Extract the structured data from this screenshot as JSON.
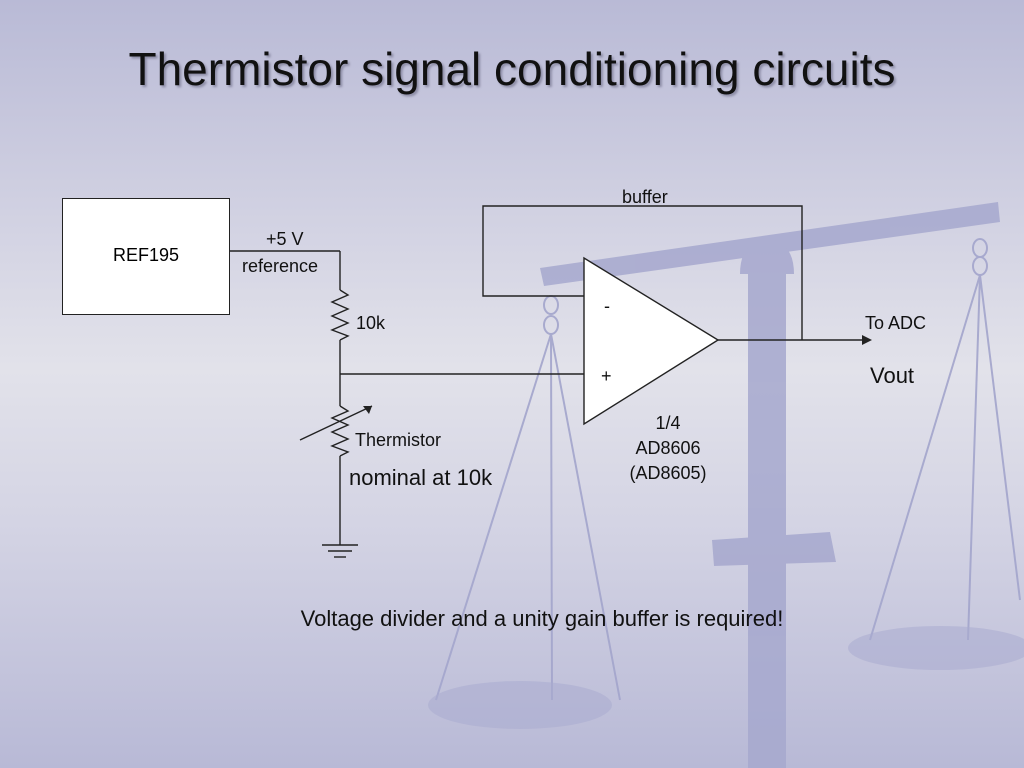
{
  "slide": {
    "title": "Thermistor signal conditioning circuits",
    "caption": "Voltage divider and a unity gain buffer is required!"
  },
  "circuit": {
    "reference_chip": "REF195",
    "reference_voltage": "+5 V",
    "reference_word": "reference",
    "resistor_value": "10k",
    "buffer_label": "buffer",
    "opamp_inverting": "-",
    "opamp_noninverting": "+",
    "opamp_part_lines": [
      "1/4",
      "AD8606",
      "(AD8605)"
    ],
    "output_label": "To ADC",
    "vout_label": "Vout",
    "thermistor_label": "Thermistor",
    "thermistor_note": "nominal at 10k"
  },
  "colors": {
    "wire": "#222222",
    "background_art": "#a7a9cf"
  },
  "icons": {
    "background": "balance-scale-icon",
    "ground": "ground-symbol-icon",
    "opamp": "opamp-triangle-icon"
  }
}
